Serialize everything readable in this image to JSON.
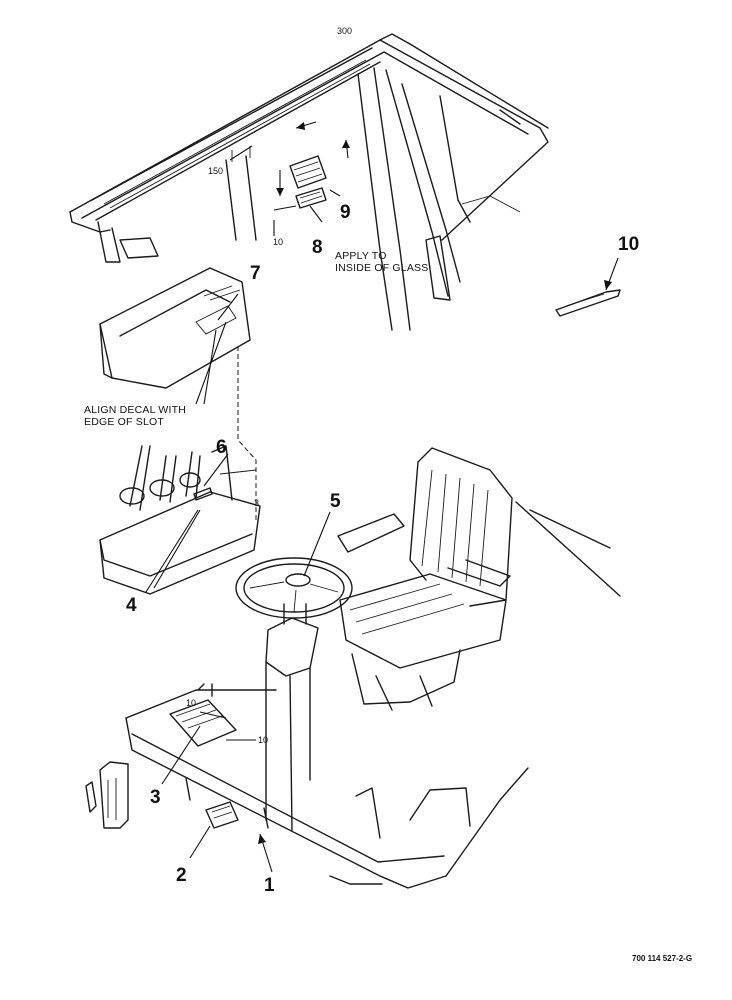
{
  "diagram": {
    "callouts": {
      "c1": "1",
      "c2": "2",
      "c3": "3",
      "c4": "4",
      "c5": "5",
      "c6": "6",
      "c7": "7",
      "c8": "8",
      "c9": "9",
      "c10": "10"
    },
    "dimensions": {
      "d300": "300",
      "d150": "150",
      "d10_top": "10",
      "d10_a": "10",
      "d10_b": "10",
      "d3": "3"
    },
    "notes": {
      "apply_line1": "APPLY TO",
      "apply_line2": "INSIDE OF GLASS",
      "align_line1": "ALIGN DECAL WITH",
      "align_line2": "EDGE OF SLOT"
    },
    "document_number": "700 114 527-2-G"
  }
}
